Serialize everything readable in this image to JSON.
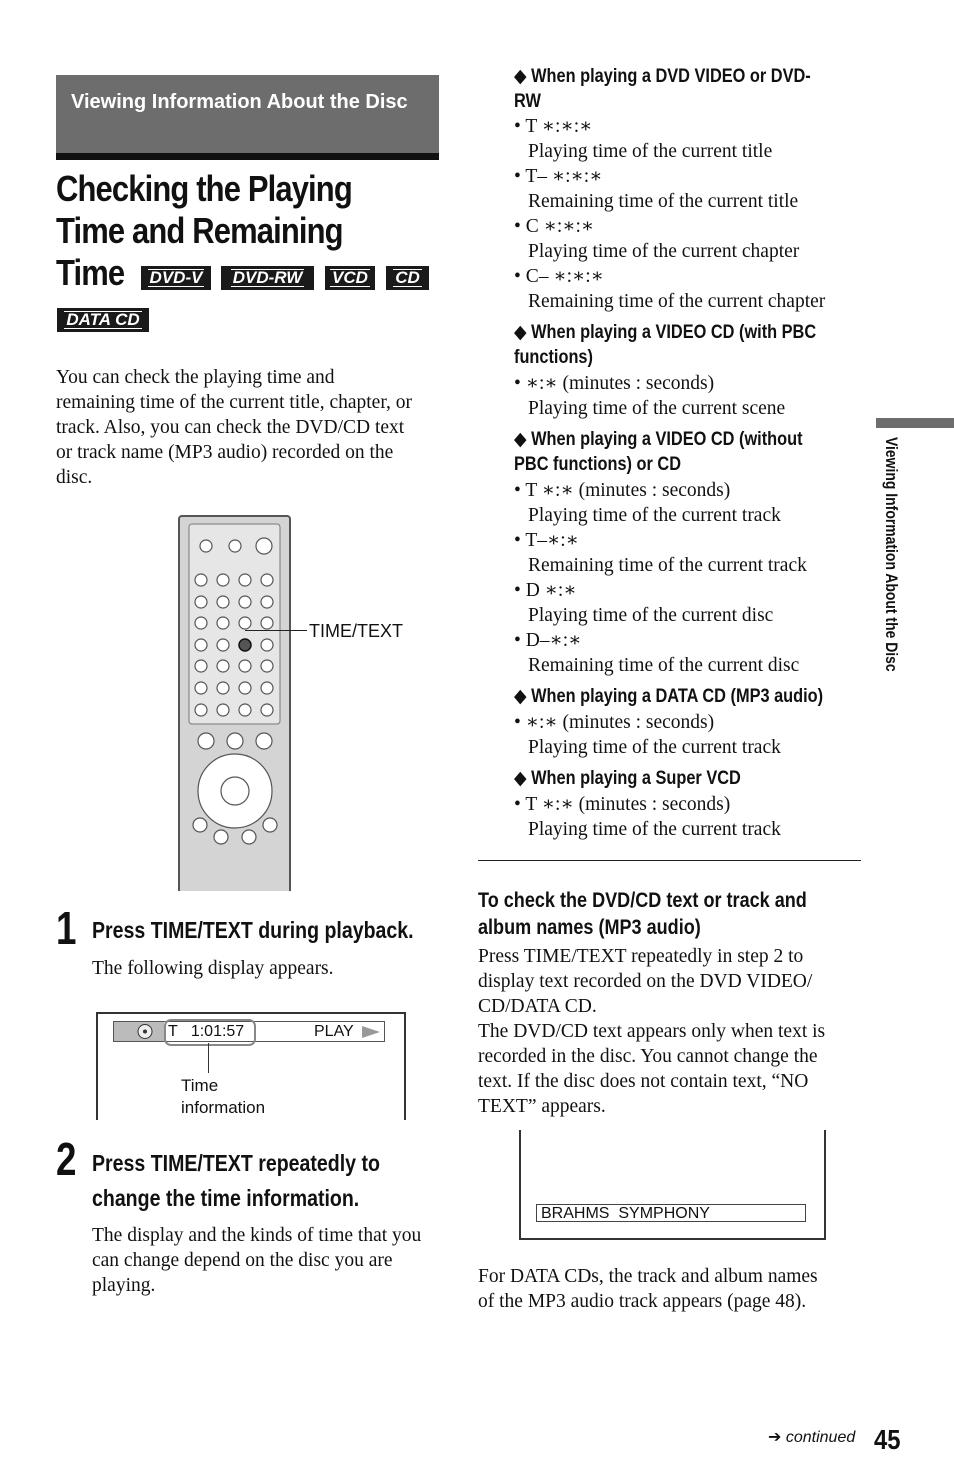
{
  "section_header": "Viewing Information About the Disc",
  "title_lines": [
    "Checking the Playing",
    "Time and Remaining",
    "Time"
  ],
  "badges": [
    "DVD-V",
    "DVD-RW",
    "VCD",
    "CD",
    "DATA CD"
  ],
  "intro": [
    "You can check the playing time and",
    "remaining time of the current title, chapter, or",
    "track. Also, you can check the DVD/CD text",
    "or track name (MP3 audio) recorded on the",
    "disc."
  ],
  "remote_callout": "TIME/TEXT",
  "step1": {
    "number": "1",
    "heading": "Press TIME/TEXT during playback.",
    "body": "The following display appears."
  },
  "display1": {
    "time": "T   1:01:57",
    "status": "PLAY",
    "label_lines": [
      "Time",
      "information"
    ]
  },
  "step2": {
    "number": "2",
    "heading_lines": [
      "Press TIME/TEXT repeatedly to",
      "change the time information."
    ],
    "body": [
      "The display and the kinds of time that you",
      "can change depend on the disc you are",
      "playing."
    ]
  },
  "right_sections": [
    {
      "heading": [
        "◆ When playing a DVD VIDEO or DVD-",
        "RW"
      ],
      "items": [
        [
          "• T  ∗:∗:∗",
          "Playing time of the current title"
        ],
        [
          "• T– ∗:∗:∗",
          "Remaining time of the current title"
        ],
        [
          "• C  ∗:∗:∗",
          "Playing time of the current chapter"
        ],
        [
          "• C– ∗:∗:∗",
          "Remaining time of the current chapter"
        ]
      ]
    },
    {
      "heading": [
        "◆ When playing a VIDEO CD (with PBC",
        "functions)"
      ],
      "items": [
        [
          "• ∗:∗ (minutes : seconds)",
          "Playing time of the current scene"
        ]
      ]
    },
    {
      "heading": [
        "◆ When playing a VIDEO CD (without",
        "PBC functions) or CD"
      ],
      "items": [
        [
          "• T ∗:∗ (minutes : seconds)",
          "Playing time of the current track"
        ],
        [
          "• T–∗:∗",
          "Remaining time of the current track"
        ],
        [
          "• D ∗:∗",
          "Playing time of the current disc"
        ],
        [
          "• D–∗:∗",
          "Remaining time of the current disc"
        ]
      ]
    },
    {
      "heading": [
        "◆ When playing a DATA CD (MP3 audio)"
      ],
      "items": [
        [
          "• ∗:∗ (minutes : seconds)",
          "Playing time of the current track"
        ]
      ]
    },
    {
      "heading": [
        "◆ When playing a Super VCD"
      ],
      "items": [
        [
          "• T ∗:∗ (minutes : seconds)",
          "Playing time of the current track"
        ]
      ]
    }
  ],
  "check_text": {
    "heading": [
      "To check the DVD/CD text or track and",
      "album names (MP3 audio)"
    ],
    "body": [
      "Press TIME/TEXT repeatedly in step 2 to",
      "display text recorded on the DVD VIDEO/",
      "CD/DATA CD.",
      "The DVD/CD text appears only when text is",
      "recorded in the disc. You cannot change the",
      "text. If the disc does not contain text, “NO",
      "TEXT” appears."
    ]
  },
  "display2_text": "BRAHMS  SYMPHONY",
  "data_cd_note": [
    "For DATA CDs, the track and album names",
    "of the MP3 audio track appears (page 48)."
  ],
  "side_tab": "Viewing Information About the Disc",
  "continued": "continued",
  "page_number": "45"
}
